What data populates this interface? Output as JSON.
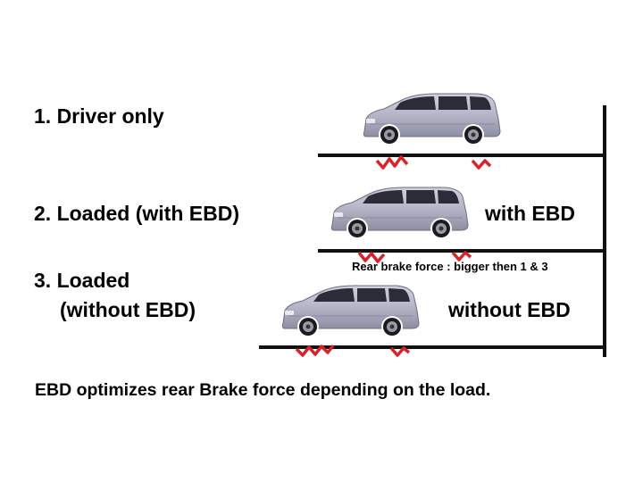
{
  "cases": [
    {
      "label": "1. Driver only"
    },
    {
      "label": "2. Loaded (with EBD)"
    },
    {
      "label_line1": "3. Loaded",
      "label_line2": "(without EBD)"
    }
  ],
  "ebd_labels": {
    "with": "with EBD",
    "without": "without EBD"
  },
  "note": "Rear brake force : bigger then 1 & 3",
  "conclusion": "EBD optimizes rear Brake force depending on the load.",
  "colors": {
    "car_body": "#b7b7c9",
    "brake_marker": "#d9232a",
    "lines": "#111111"
  },
  "icons": [
    "car-icon",
    "brake-force-icon"
  ]
}
